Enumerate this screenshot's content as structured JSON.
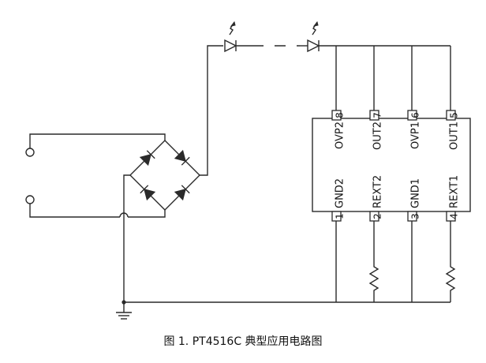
{
  "caption": "图 1. PT4516C 典型应用电路图",
  "chip": {
    "top_pins": [
      {
        "num": "8",
        "name": "OVP2"
      },
      {
        "num": "7",
        "name": "OUT2"
      },
      {
        "num": "6",
        "name": "OVP1"
      },
      {
        "num": "5",
        "name": "OUT1"
      }
    ],
    "bottom_pins": [
      {
        "num": "1",
        "name": "GND2"
      },
      {
        "num": "2",
        "name": "REXT2"
      },
      {
        "num": "3",
        "name": "GND1"
      },
      {
        "num": "4",
        "name": "REXT1"
      }
    ]
  }
}
